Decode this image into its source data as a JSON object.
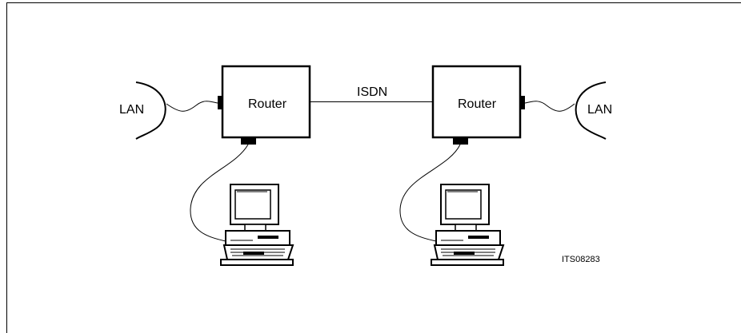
{
  "diagram": {
    "left_lan_label": "LAN",
    "left_router_label": "Router",
    "link_label": "ISDN",
    "right_router_label": "Router",
    "right_lan_label": "LAN",
    "figure_id": "ITS08283"
  }
}
